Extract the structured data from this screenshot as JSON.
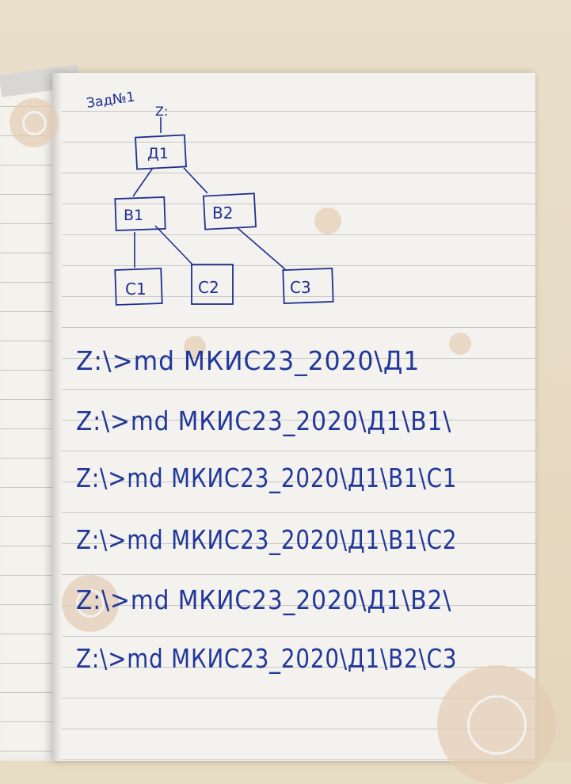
{
  "note": {
    "heading": "Зад№1",
    "root": "Z:",
    "tree": {
      "level1": [
        "Д1"
      ],
      "level2": [
        "B1",
        "B2"
      ],
      "level3": [
        "C1",
        "C2",
        "C3"
      ]
    },
    "commands": [
      "Z:\\>md МКИС23_2020\\Д1",
      "Z:\\>md МКИС23_2020\\Д1\\B1\\",
      "Z:\\>md МКИС23_2020\\Д1\\B1\\C1",
      "Z:\\>md МКИС23_2020\\Д1\\B1\\C2",
      "Z:\\>md МКИС23_2020\\Д1\\B2\\",
      "Z:\\>md МКИС23_2020\\Д1\\B2\\C3"
    ]
  },
  "colors": {
    "ink": "#213799",
    "paper": "#f3f2ef",
    "rule_lines": "#c8c7c4",
    "tabletop": "#e7dcc4"
  }
}
